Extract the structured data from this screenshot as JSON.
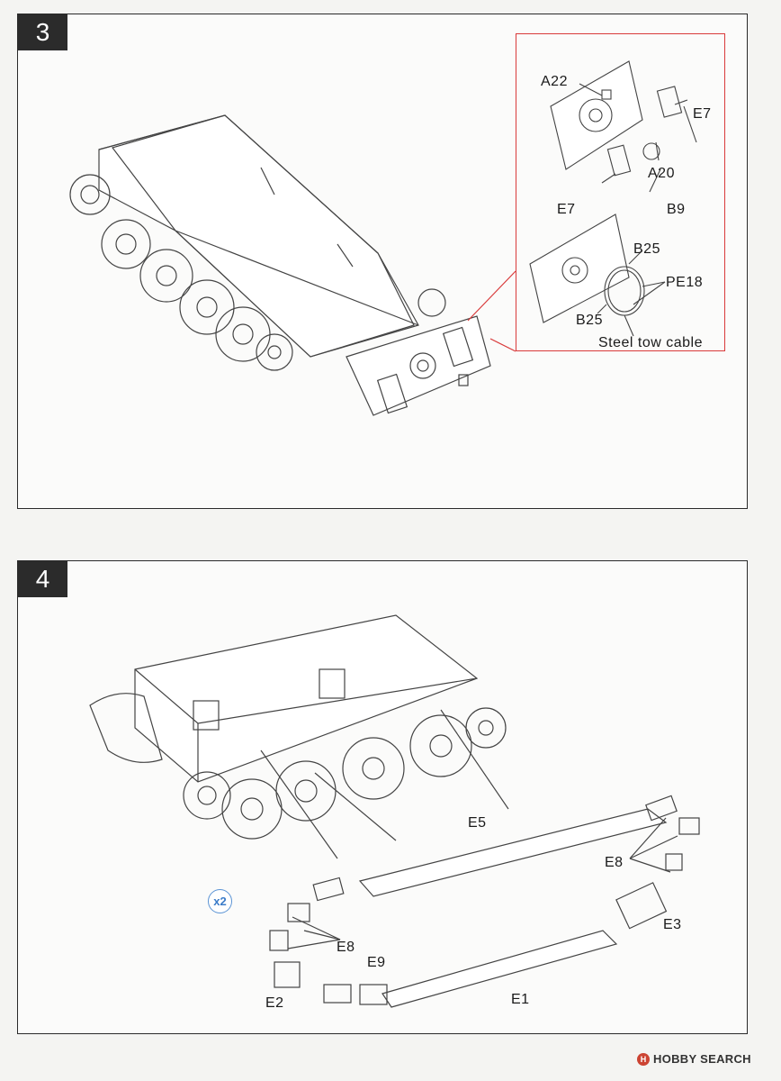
{
  "step3": {
    "number": "3",
    "inset_labels": {
      "a22": "A22",
      "e7_top": "E7",
      "a20": "A20",
      "e7_bottom": "E7",
      "b9": "B9",
      "b25_top": "B25",
      "pe18": "PE18",
      "b25_bottom": "B25",
      "tow_cable": "Steel tow cable"
    }
  },
  "step4": {
    "number": "4",
    "labels": {
      "e5": "E5",
      "e8_right": "E8",
      "e3": "E3",
      "e8_left": "E8",
      "e9": "E9",
      "e2": "E2",
      "e1": "E1"
    },
    "quantity_badge": "x2"
  },
  "watermark": {
    "logo": "H",
    "text": "HOBBY SEARCH"
  },
  "colors": {
    "inset_border": "#d93a3a",
    "qty_badge": "#3b7cc9",
    "badge_bg": "#2b2b2b"
  }
}
